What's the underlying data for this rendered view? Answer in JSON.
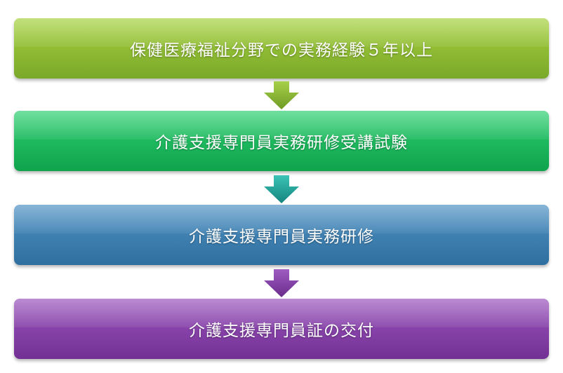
{
  "steps": [
    {
      "label": "保健医療福祉分野での実務経験５年以上",
      "color": "#8fbe34"
    },
    {
      "label": "介護支援専門員実務研修受講試験",
      "color": "#18b85e"
    },
    {
      "label": "介護支援専門員実務研修",
      "color": "#3c7fb1"
    },
    {
      "label": "介護支援専門員証の交付",
      "color": "#8642a8"
    }
  ],
  "arrows": [
    {
      "icon": "arrow-down-icon",
      "color": "#8fbe34"
    },
    {
      "icon": "arrow-down-icon",
      "color": "#1fa6a0"
    },
    {
      "icon": "arrow-down-icon",
      "color": "#8642a8"
    }
  ]
}
